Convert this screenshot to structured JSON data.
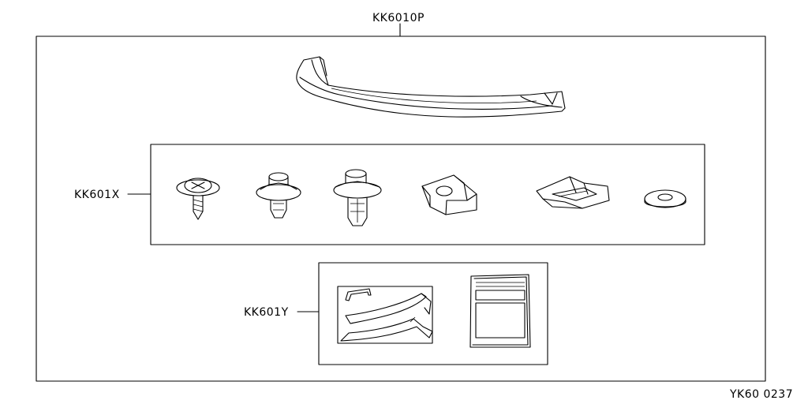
{
  "labels": {
    "kit": "KK6010P",
    "parts_x": "KK601X",
    "parts_y": "KK601Y",
    "ref": "YK60 0237"
  },
  "parts": [
    {
      "name": "bumper-spoiler",
      "group": "KK6010P"
    },
    {
      "name": "screw-with-washer",
      "group": "KK601X"
    },
    {
      "name": "push-clip",
      "group": "KK601X"
    },
    {
      "name": "push-clip-long",
      "group": "KK601X"
    },
    {
      "name": "spring-nut",
      "group": "KK601X"
    },
    {
      "name": "bracket-clip",
      "group": "KK601X"
    },
    {
      "name": "washer",
      "group": "KK601X"
    },
    {
      "name": "template-sheet",
      "group": "KK601Y"
    },
    {
      "name": "instruction-sheet",
      "group": "KK601Y"
    }
  ]
}
